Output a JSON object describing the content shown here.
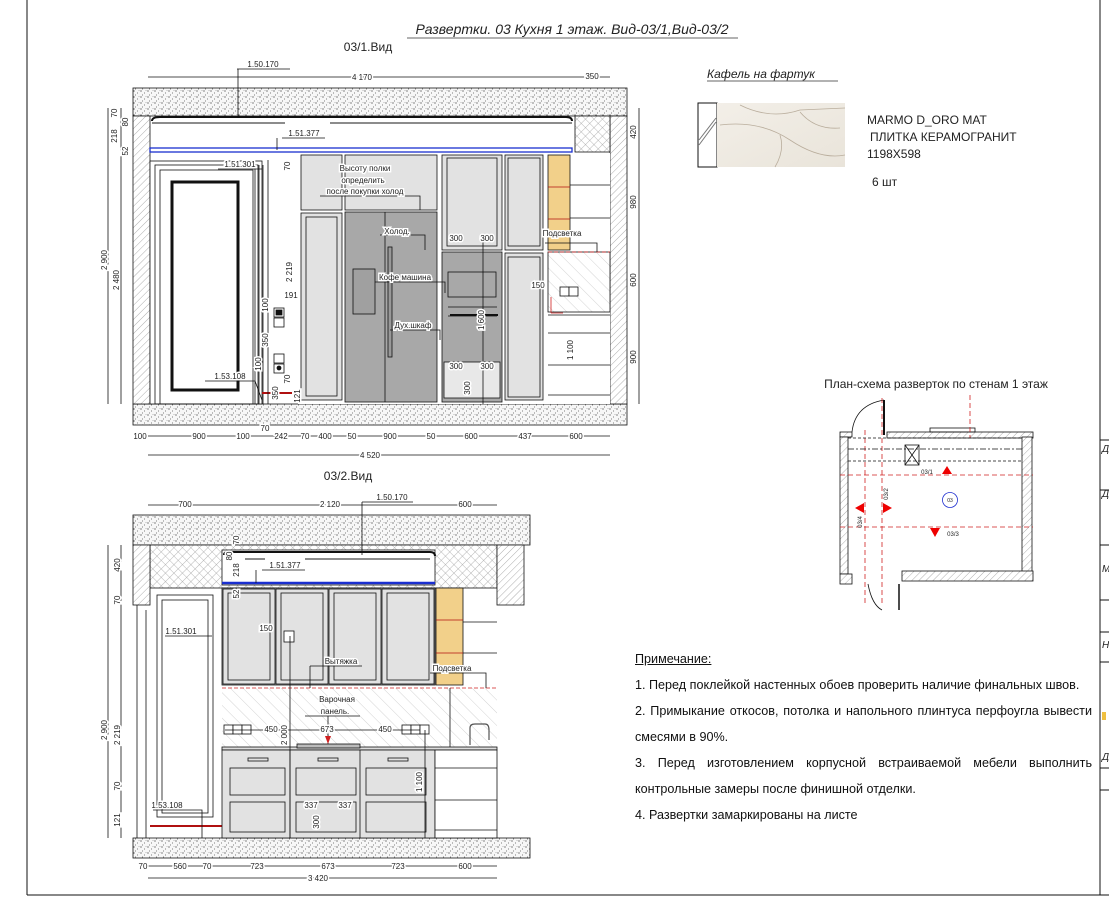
{
  "title": "Развертки. 03 Кухня 1 этаж. Вид-03/1,Вид-03/2",
  "colors": {
    "line": "#111111",
    "blue": "#1a2fd0",
    "red": "#d02020",
    "yellow": "#f2d08a",
    "cabinet": "#e2e2e2",
    "appliance": "#a8a8a8"
  },
  "view1": {
    "label": "03/1.Вид",
    "dims_top": [
      "4 170",
      "350"
    ],
    "dims_bottom": [
      "100",
      "900",
      "100",
      "70",
      "242",
      "70",
      "400",
      "50",
      "900",
      "50",
      "600",
      "437",
      "600"
    ],
    "dim_total": "4 520",
    "dims_left": [
      "70",
      "80",
      "218",
      "52",
      "2 900",
      "2 480"
    ],
    "dims_right": [
      "420",
      "980",
      "600",
      "900"
    ],
    "tags": [
      "1.50.170",
      "1.51.377",
      "1.51.301",
      "1.53.108"
    ],
    "callouts": [
      "Высоту полки",
      "определить",
      "после покупки холод",
      "Холод.",
      "Кофе машина",
      "Дух.шкаф",
      "Подсветка"
    ],
    "inner_dims": [
      "300",
      "300",
      "1 600",
      "300",
      "300",
      "300",
      "150",
      "1 100",
      "2 219",
      "191",
      "100",
      "350",
      "100",
      "70",
      "350",
      "121",
      "70"
    ]
  },
  "view2": {
    "label": "03/2.Вид",
    "dims_top": [
      "700",
      "2 120",
      "600"
    ],
    "dims_bottom": [
      "70",
      "560",
      "70",
      "723",
      "673",
      "723",
      "600"
    ],
    "dim_total": "3 420",
    "dims_left": [
      "2 900",
      "2 219",
      "420",
      "70",
      "70",
      "121"
    ],
    "tags": [
      "1.50.170",
      "1.51.377",
      "1.51.301",
      "1.53.108"
    ],
    "callouts": [
      "Вытяжка",
      "Подсветка",
      "Варочная",
      "панель."
    ],
    "inner_dims": [
      "70",
      "80",
      "218",
      "52",
      "150",
      "450",
      "673",
      "450",
      "2 000",
      "1 100",
      "337",
      "337",
      "300"
    ]
  },
  "tile": {
    "heading": "Кафель на фартук",
    "name": "MARMO D_ORO MAT",
    "type": "ПЛИТКА КЕРАМОГРАНИТ",
    "size": "1198X598",
    "qty": "6 шт"
  },
  "plan": {
    "title": "План-схема разверток по стенам 1 этаж",
    "markers": [
      "03/1",
      "03/2",
      "03/4",
      "03/3"
    ],
    "room": "03"
  },
  "notes": {
    "heading": "Примечание:",
    "items": [
      "1. Перед поклейкой настенных обоев проверить наличие финальных швов.",
      "2. Примыкание откосов, потолка и напольного плинтуса перфоугла вывести смесями в 90%.",
      "3. Перед изготовлением корпусной встраиваемой мебели выполнить контрольные замеры после финишной отделки.",
      "4.  Развертки замаркированы на листе"
    ]
  },
  "title_block": {
    "cells": [
      "Д",
      "Д",
      "М",
      "Н",
      "Д"
    ]
  }
}
